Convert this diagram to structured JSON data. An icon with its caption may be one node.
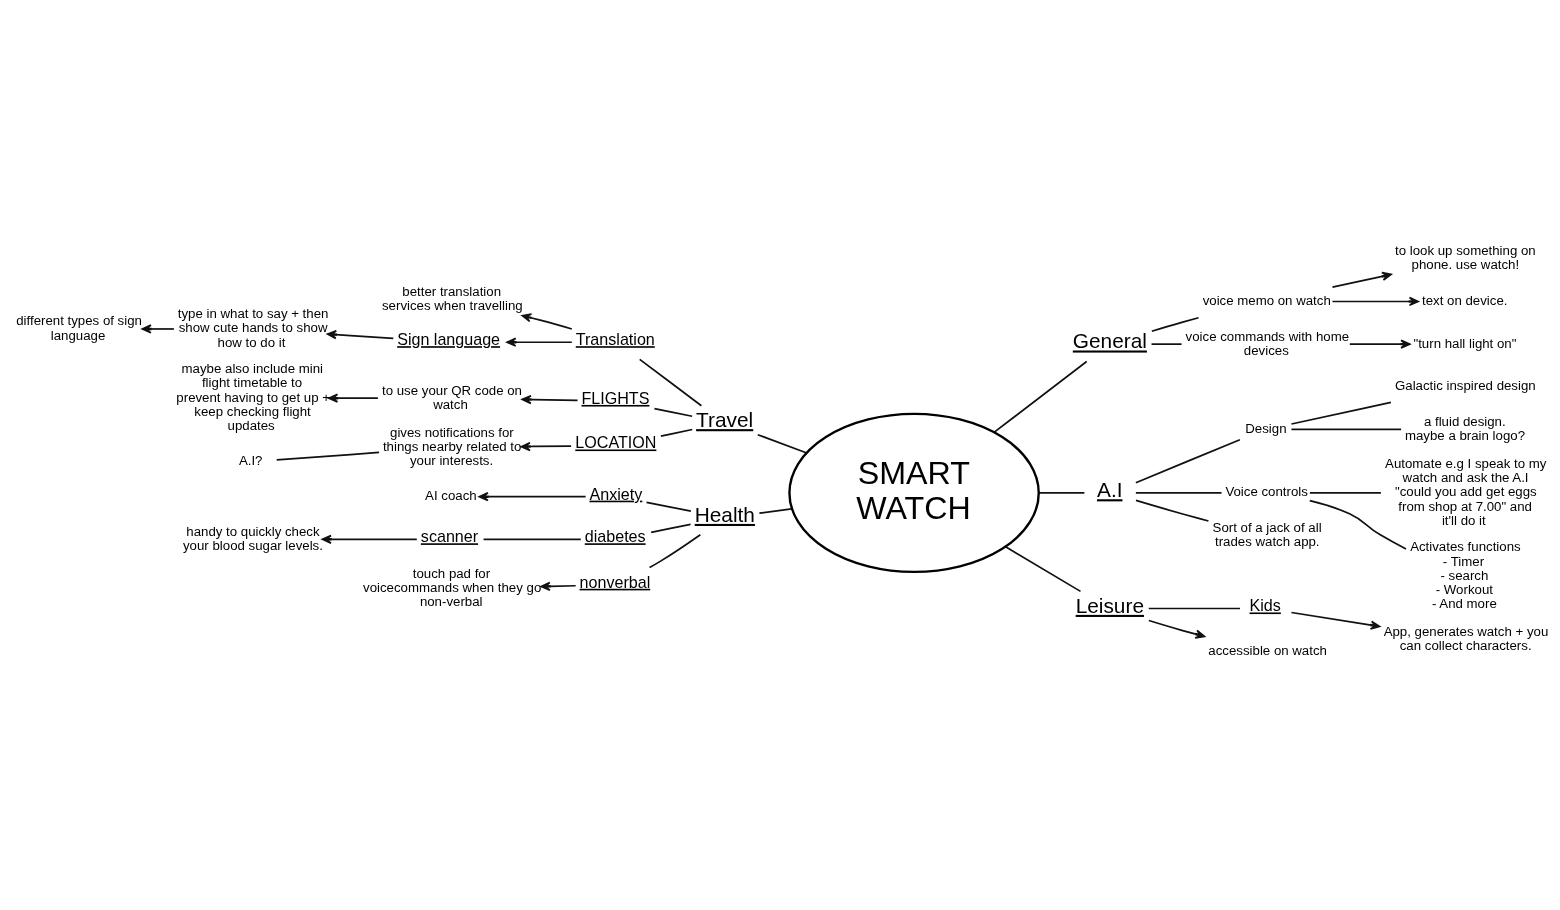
{
  "diagram": {
    "nodes": [
      {
        "text": [
          "SMART WATCH"
        ]
      },
      {
        "text": [
          "Travel"
        ]
      },
      {
        "text": [
          "Translation"
        ]
      },
      {
        "text": [
          "better translation services when travelling"
        ]
      },
      {
        "text": [
          "Sign language"
        ]
      },
      {
        "text": [
          "type in what to say + then show cute hands to show how to do it"
        ]
      },
      {
        "text": [
          "different types of sign language"
        ]
      },
      {
        "text": [
          "FLIGHTS"
        ]
      },
      {
        "text": [
          "to use your QR code on watch"
        ]
      },
      {
        "text": [
          "maybe also include mini flight timetable to prevent having to get up + keep checking flight updates"
        ]
      },
      {
        "text": [
          "LOCATION"
        ]
      },
      {
        "text": [
          "gives notifications for things nearby related to your interests."
        ]
      },
      {
        "text": [
          "A.I?"
        ]
      },
      {
        "text": [
          "Health"
        ]
      },
      {
        "text": [
          "Anxiety"
        ]
      },
      {
        "text": [
          "AI coach"
        ]
      },
      {
        "text": [
          "diabetes"
        ]
      },
      {
        "text": [
          "scanner"
        ]
      },
      {
        "text": [
          "handy to quickly check your blood sugar levels."
        ]
      },
      {
        "text": [
          "nonverbal"
        ]
      },
      {
        "text": [
          "touch pad for voicecommands when they go non-verbal"
        ]
      },
      {
        "text": [
          "Leisure"
        ]
      },
      {
        "text": [
          "Kids"
        ]
      },
      {
        "text": [
          "App, generates watch + you can collect characters."
        ]
      },
      {
        "text": [
          "accessible on watch"
        ]
      },
      {
        "text": [
          "General"
        ]
      },
      {
        "text": [
          "voice memo on watch"
        ]
      },
      {
        "text": [
          "to look up something on phone. use watch!"
        ]
      },
      {
        "text": [
          "text on device."
        ]
      },
      {
        "text": [
          "voice commands with home devices"
        ]
      },
      {
        "text": [
          "\"turn hall light on\""
        ]
      },
      {
        "text": [
          "A.I"
        ]
      },
      {
        "text": [
          "Design"
        ]
      },
      {
        "text": [
          "Galactic inspired design"
        ]
      },
      {
        "text": [
          "a fluid design.",
          "maybe a brain logo?"
        ]
      },
      {
        "text": [
          "Voice controls"
        ]
      },
      {
        "text": [
          "Automate e.g I speak to my watch and ask the A.I \"could you add get eggs from shop at 7.00\" and it'll do it"
        ]
      },
      {
        "text": [
          "Activates functions",
          "- Timer",
          "- search",
          "- Workout",
          "- And more"
        ]
      },
      {
        "text": [
          "Sort of a jack of all trades watch app."
        ]
      }
    ],
    "edges": [
      {
        "from": 0,
        "to": 1,
        "arrow": "none"
      },
      {
        "from": 1,
        "to": 2,
        "arrow": "none"
      },
      {
        "from": 2,
        "to": 3,
        "arrow": "to"
      },
      {
        "from": 2,
        "to": 4,
        "arrow": "to"
      },
      {
        "from": 4,
        "to": 5,
        "arrow": "to"
      },
      {
        "from": 5,
        "to": 6,
        "arrow": "to"
      },
      {
        "from": 1,
        "to": 7,
        "arrow": "none"
      },
      {
        "from": 7,
        "to": 8,
        "arrow": "to"
      },
      {
        "from": 8,
        "to": 9,
        "arrow": "to"
      },
      {
        "from": 1,
        "to": 10,
        "arrow": "none"
      },
      {
        "from": 10,
        "to": 11,
        "arrow": "to"
      },
      {
        "from": 11,
        "to": 12,
        "arrow": "none"
      },
      {
        "from": 0,
        "to": 13,
        "arrow": "none"
      },
      {
        "from": 13,
        "to": 14,
        "arrow": "none"
      },
      {
        "from": 14,
        "to": 15,
        "arrow": "to"
      },
      {
        "from": 13,
        "to": 16,
        "arrow": "none"
      },
      {
        "from": 16,
        "to": 17,
        "arrow": "none"
      },
      {
        "from": 17,
        "to": 18,
        "arrow": "to"
      },
      {
        "from": 13,
        "to": 19,
        "arrow": "none"
      },
      {
        "from": 19,
        "to": 20,
        "arrow": "to"
      },
      {
        "from": 0,
        "to": 21,
        "arrow": "none"
      },
      {
        "from": 21,
        "to": 22,
        "arrow": "none"
      },
      {
        "from": 22,
        "to": 23,
        "arrow": "to"
      },
      {
        "from": 21,
        "to": 24,
        "arrow": "to"
      },
      {
        "from": 0,
        "to": 25,
        "arrow": "none"
      },
      {
        "from": 25,
        "to": 26,
        "arrow": "none"
      },
      {
        "from": 26,
        "to": 27,
        "arrow": "to"
      },
      {
        "from": 26,
        "to": 28,
        "arrow": "to"
      },
      {
        "from": 25,
        "to": 29,
        "arrow": "none"
      },
      {
        "from": 29,
        "to": 30,
        "arrow": "to"
      },
      {
        "from": 0,
        "to": 31,
        "arrow": "none"
      },
      {
        "from": 31,
        "to": 32,
        "arrow": "none"
      },
      {
        "from": 32,
        "to": 33,
        "arrow": "none"
      },
      {
        "from": 32,
        "to": 34,
        "arrow": "none"
      },
      {
        "from": 31,
        "to": 35,
        "arrow": "none"
      },
      {
        "from": 35,
        "to": 36,
        "arrow": "none"
      },
      {
        "from": 35,
        "to": 37,
        "arrow": "none"
      },
      {
        "from": 31,
        "to": 38,
        "arrow": "none"
      }
    ]
  }
}
